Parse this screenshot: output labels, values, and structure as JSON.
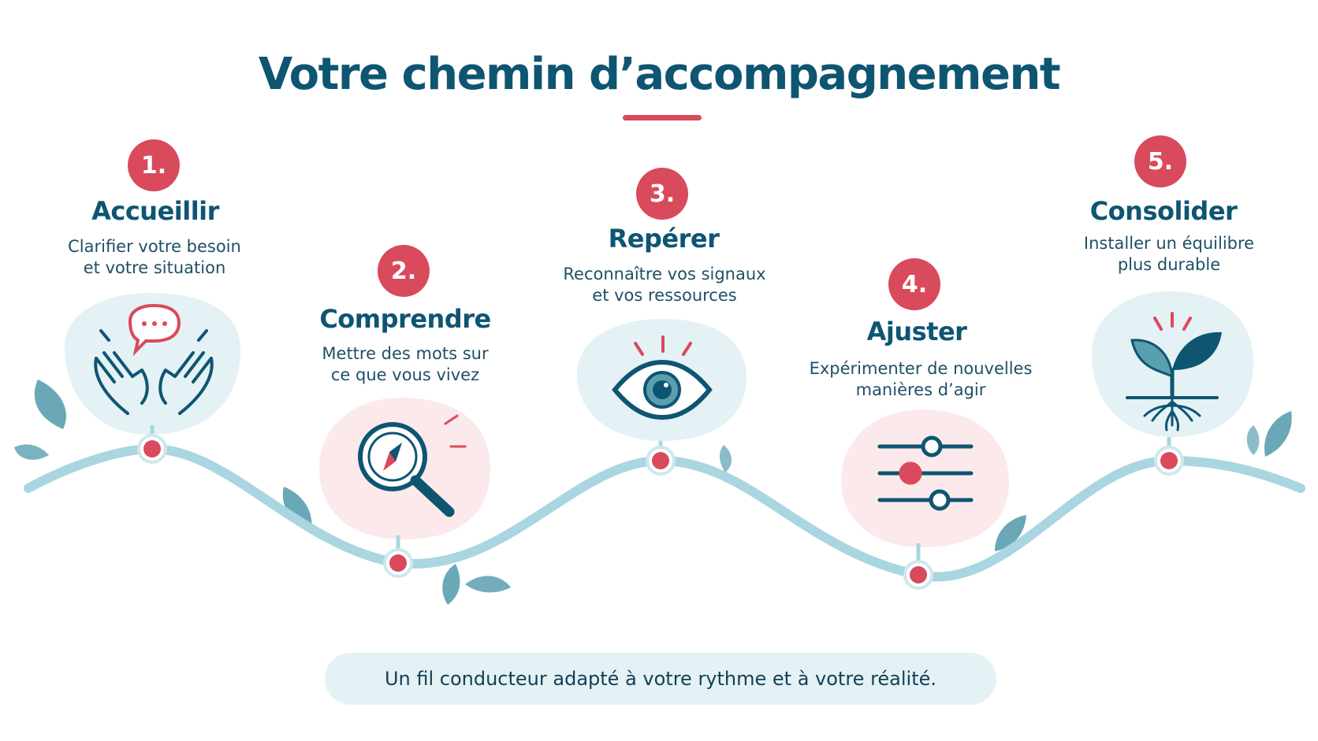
{
  "title": "Votre chemin d’accompagnement",
  "colors": {
    "primary": "#0e5572",
    "accent": "#d94a5c",
    "path": "#a9d6e0",
    "leaf": "#5a9fb0",
    "bubble_blue": "#e4f1f5",
    "bubble_pink": "#fbe9ec"
  },
  "steps": [
    {
      "number": "1.",
      "title": "Accueillir",
      "desc_line1": "Clarifier votre besoin",
      "desc_line2": "et votre situation",
      "icon": "hands-speech-bubble-icon"
    },
    {
      "number": "2.",
      "title": "Comprendre",
      "desc_line1": "Mettre des mots sur",
      "desc_line2": "ce que vous vivez",
      "icon": "magnifier-compass-icon"
    },
    {
      "number": "3.",
      "title": "Repérer",
      "desc_line1": "Reconnaître vos signaux",
      "desc_line2": "et vos ressources",
      "icon": "eye-icon"
    },
    {
      "number": "4.",
      "title": "Ajuster",
      "desc_line1": "Expérimenter de nouvelles",
      "desc_line2": "manières d’agir",
      "icon": "sliders-icon"
    },
    {
      "number": "5.",
      "title": "Consolider",
      "desc_line1": "Installer un équilibre",
      "desc_line2": "plus durable",
      "icon": "sprout-roots-icon"
    }
  ],
  "footer": "Un fil conducteur adapté à votre rythme et à votre réalité."
}
